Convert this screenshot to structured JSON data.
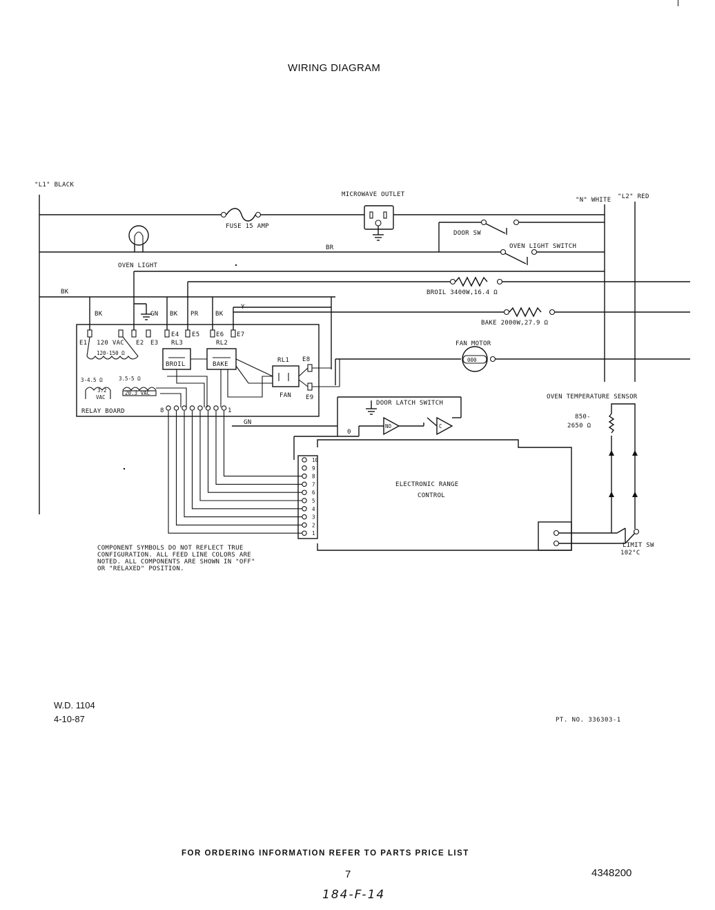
{
  "title": "WIRING DIAGRAM",
  "lines": {
    "l1": "\"L1\" BLACK",
    "n": "\"N\" WHITE",
    "l2": "\"L2\" RED"
  },
  "components": {
    "microwave_outlet": "MICROWAVE OUTLET",
    "fuse": "FUSE 15 AMP",
    "door_sw": "DOOR SW",
    "oven_light_switch": "OVEN LIGHT SWITCH",
    "oven_light": "OVEN LIGHT",
    "broil": "BROIL 3400W,16.4 Ω",
    "bake": "BAKE 2000W,27.9 Ω",
    "fan_motor": "FAN MOTOR",
    "oven_temp_sensor": "OVEN TEMPERATURE SENSOR",
    "sensor_resistance_1": "850-",
    "sensor_resistance_2": "2650 Ω",
    "door_latch_switch": "DOOR LATCH SWITCH",
    "electronic_control_1": "ELECTRONIC RANGE",
    "electronic_control_2": "CONTROL",
    "limit_sw_1": "LIMIT SW",
    "limit_sw_2": "102°C",
    "relay_board": "RELAY BOARD",
    "vac_120": "120 VAC",
    "ohm_120": "120-150 Ω",
    "rl3": "RL3",
    "rl2": "RL2",
    "rl1": "RL1",
    "broil_relay": "BROIL",
    "bake_relay": "BAKE",
    "fan_relay": "FAN",
    "t1_ohm": "3-4.5 Ω",
    "t2_ohm": "3.5-5 Ω",
    "t1_vac_1": "3.2",
    "t1_vac_2": "VAC",
    "t2_vac": "20.3 VAC",
    "no_contact": "NO",
    "c_contact": "C",
    "zero_label": "0"
  },
  "wire_colors": {
    "bk": "BK",
    "br": "BR",
    "gn": "GN",
    "pr": "PR",
    "y": "Y"
  },
  "terminals": [
    "E1",
    "E2",
    "E3",
    "E4",
    "E5",
    "E6",
    "E7",
    "E8",
    "E9"
  ],
  "relay_board_pins": {
    "left": "8",
    "right": "1"
  },
  "control_pins": [
    "10",
    "9",
    "8",
    "7",
    "6",
    "5",
    "4",
    "3",
    "2",
    "1"
  ],
  "note": [
    "COMPONENT SYMBOLS DO NOT REFLECT TRUE",
    "CONFIGURATION. ALL FEED LINE COLORS ARE",
    "NOTED. ALL COMPONENTS ARE SHOWN IN \"OFF\"",
    "OR \"RELAXED\" POSITION."
  ],
  "wd_number": "W.D. 1104",
  "wd_date": "4-10-87",
  "part_number": "PT. NO. 336303-1",
  "footer": "FOR ORDERING INFORMATION REFER TO PARTS PRICE LIST",
  "page_number": "7",
  "document_number": "4348200",
  "handwritten_note": "184-F-14"
}
